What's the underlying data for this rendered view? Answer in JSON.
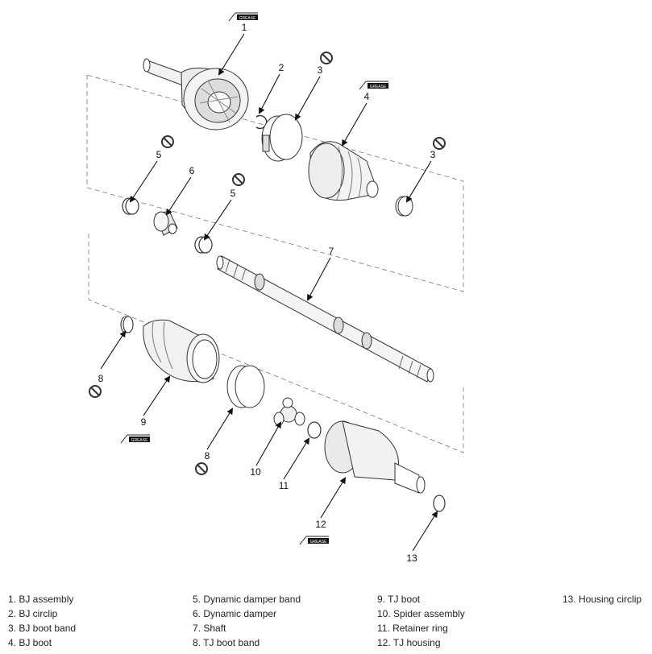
{
  "callouts": [
    "1",
    "2",
    "3",
    "3",
    "4",
    "5",
    "5",
    "6",
    "7",
    "8",
    "8",
    "9",
    "10",
    "11",
    "12",
    "13"
  ],
  "grease_label": "GREASE",
  "legend": {
    "col1": [
      "1. BJ assembly",
      "2. BJ circlip",
      "3. BJ boot band",
      "4. BJ boot"
    ],
    "col2": [
      "5. Dynamic damper band",
      "6. Dynamic damper",
      "7. Shaft",
      "8. TJ boot band"
    ],
    "col3": [
      "9. TJ boot",
      "10. Spider assembly",
      "11. Retainer ring",
      "12. TJ housing"
    ],
    "col4": [
      "13. Housing circlip"
    ]
  }
}
